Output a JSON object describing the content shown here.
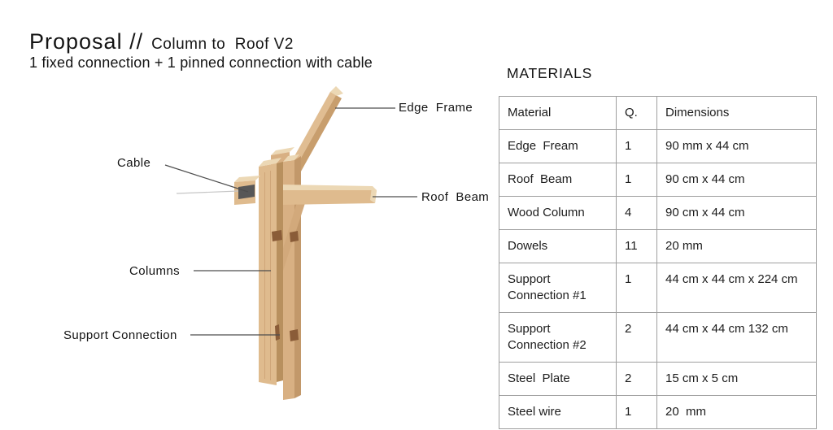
{
  "header": {
    "title_main": "Proposal //",
    "title_sub": "Column to  Roof V2",
    "subtitle": "1 fixed connection + 1 pinned connection with cable"
  },
  "diagram": {
    "labels": {
      "edge_frame": "Edge  Frame",
      "cable": "Cable",
      "roof_beam": "Roof  Beam",
      "columns": "Columns",
      "support_connection": "Support Connection"
    },
    "colors": {
      "wood_cap_light": "#ecd8b5",
      "wood_front_light": "#dfbb8e",
      "wood_front_mid": "#d8b083",
      "wood_side_dark": "#c2986a",
      "wood_seam_dark": "#b8905e",
      "wood_beam_light_face": "#e0bd92",
      "wood_beam_dark_face": "#c89e6d",
      "wood_brace": "#d2a97b",
      "wood_grain": "#cfa678",
      "dowel_brown": "#8a5c38",
      "steel_plate_gray": "#575757",
      "cable_wire_gray": "#c6c6c6",
      "leader_line": "#4d4d4d"
    }
  },
  "materials": {
    "heading": "MATERIALS",
    "columns": [
      "Material",
      "Q.",
      "Dimensions"
    ],
    "rows": [
      {
        "material": "Edge  Fream",
        "qty": "1",
        "dimensions": "90 mm x 44 cm"
      },
      {
        "material": "Roof  Beam",
        "qty": "1",
        "dimensions": "90 cm x 44 cm"
      },
      {
        "material": "Wood Column",
        "qty": "4",
        "dimensions": "90 cm x 44 cm"
      },
      {
        "material": "Dowels",
        "qty": "11",
        "dimensions": "20 mm"
      },
      {
        "material": "Support Connection #1",
        "qty": "1",
        "dimensions": "44 cm x 44 cm x 224 cm"
      },
      {
        "material": "Support Connection #2",
        "qty": "2",
        "dimensions": "44 cm x 44 cm 132 cm"
      },
      {
        "material": "Steel  Plate",
        "qty": "2",
        "dimensions": "15 cm x 5 cm"
      },
      {
        "material": "Steel wire",
        "qty": "1",
        "dimensions": "20  mm"
      }
    ]
  }
}
